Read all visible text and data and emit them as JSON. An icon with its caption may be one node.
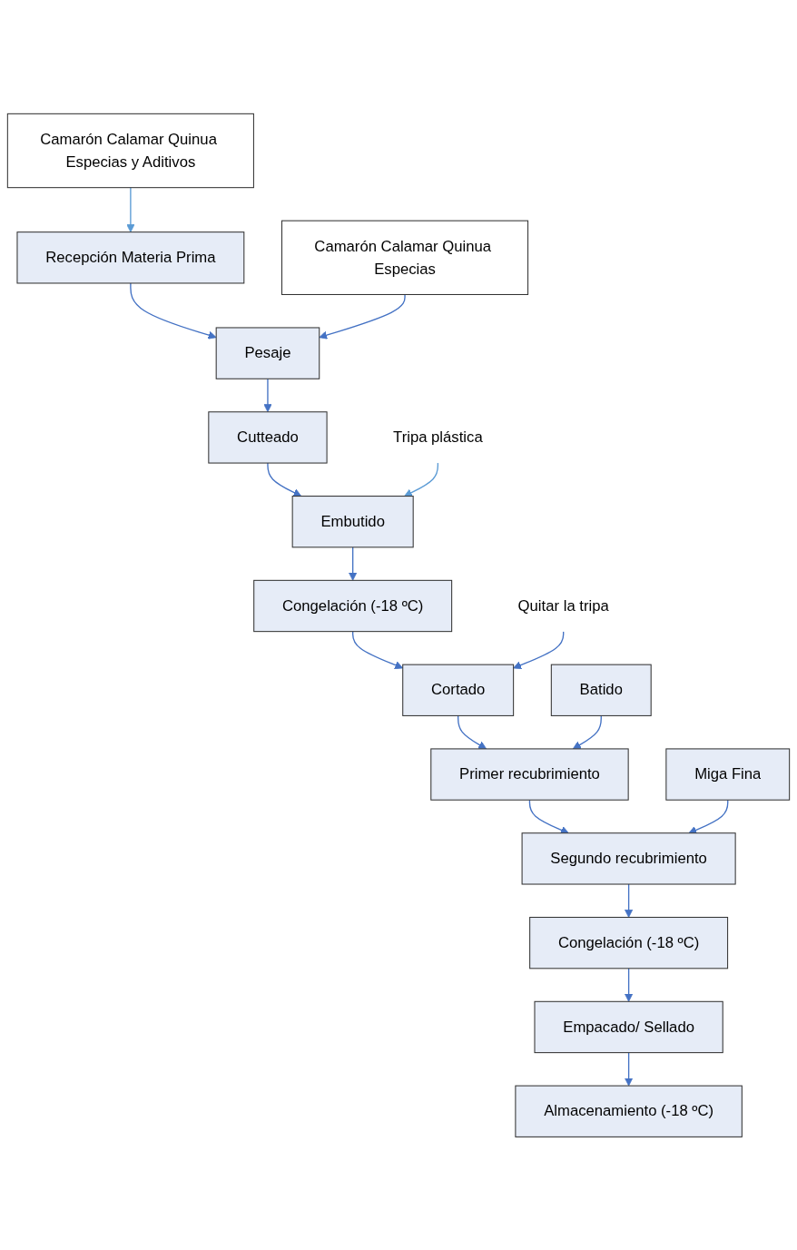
{
  "diagram": {
    "nodes": [
      {
        "text": [
          "Recepción Materia Prima"
        ]
      },
      {
        "text": [
          "Camarón Calamar Quinua Especias y Aditivos"
        ]
      },
      {
        "text": [
          "Camarón Calamar Quinua Especias"
        ]
      },
      {
        "text": [
          "Pesaje"
        ]
      },
      {
        "text": [
          "Cutteado"
        ]
      },
      {
        "text": [
          "Embutido"
        ]
      },
      {
        "text": [
          "Tripa plástica"
        ]
      },
      {
        "text": [
          "Congelación (-18 ºC)"
        ]
      },
      {
        "text": [
          "Quitar la tripa"
        ]
      },
      {
        "text": [
          "Cortado"
        ]
      },
      {
        "text": [
          "Primer recubrimiento"
        ]
      },
      {
        "text": [
          "Batido"
        ]
      },
      {
        "text": [
          "Segundo recubrimiento"
        ]
      },
      {
        "text": [
          "Miga Fina"
        ]
      },
      {
        "text": [
          "Congelación (-18 ºC)"
        ]
      },
      {
        "text": [
          "Empacado/ Sellado"
        ]
      },
      {
        "text": [
          "Almacenamiento (-18 ºC)"
        ]
      }
    ],
    "edges": [
      {
        "from": 1,
        "to": 0,
        "arrow": "to",
        "color": "#5b9bd5"
      },
      {
        "from": 0,
        "to": 3,
        "arrow": "to"
      },
      {
        "from": 2,
        "to": 3,
        "arrow": "to"
      },
      {
        "from": 3,
        "to": 4,
        "arrow": "to"
      },
      {
        "from": 4,
        "to": 5,
        "arrow": "to"
      },
      {
        "from": 6,
        "to": 5,
        "arrow": "to",
        "color": "#5b9bd5"
      },
      {
        "from": 5,
        "to": 7,
        "arrow": "to"
      },
      {
        "from": 7,
        "to": 9,
        "arrow": "to"
      },
      {
        "from": 8,
        "to": 9,
        "arrow": "to"
      },
      {
        "from": 9,
        "to": 10,
        "arrow": "to"
      },
      {
        "from": 11,
        "to": 10,
        "arrow": "to"
      },
      {
        "from": 10,
        "to": 12,
        "arrow": "to"
      },
      {
        "from": 13,
        "to": 12,
        "arrow": "to"
      },
      {
        "from": 12,
        "to": 14,
        "arrow": "to"
      },
      {
        "from": 14,
        "to": 15,
        "arrow": "to"
      },
      {
        "from": 15,
        "to": 16,
        "arrow": "to"
      }
    ]
  }
}
